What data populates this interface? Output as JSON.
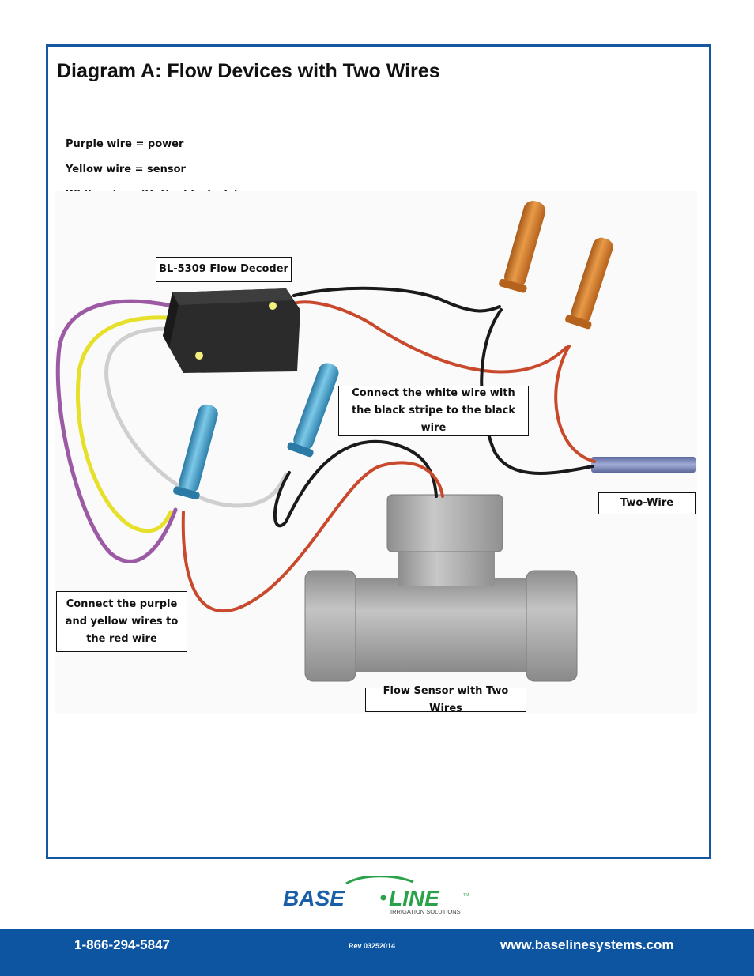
{
  "title": "Diagram A: Flow Devices with Two Wires",
  "legend": [
    "Purple wire = power",
    "Yellow wire = sensor",
    "White wire with the black stripe = common"
  ],
  "labels": {
    "decoder": "BL-5309 Flow Decoder",
    "white_black": "Connect the white wire with the black stripe to the black wire",
    "two_wire": "Two-Wire",
    "purple_yellow": "Connect the purple and yellow wires to the red wire",
    "flow_sensor": "Flow Sensor with Two Wires"
  },
  "logo": {
    "word1": "BASE",
    "word2": "LINE",
    "tm": "TM",
    "tagline": "IRRIGATION SOLUTIONS"
  },
  "footer": {
    "phone": "1-866-294-5847",
    "rev": "Rev 03252014",
    "website": "www.baselinesystems.com"
  },
  "colors": {
    "frame": "#1557a3",
    "footer_bg": "#0d55a0",
    "purple_wire": "#9b5aa3",
    "yellow_wire": "#e6e02a",
    "white_wire": "#cfcfcf",
    "black_wire": "#1a1a1a",
    "red_wire": "#c9492c",
    "connector_orange": "#d8852c",
    "connector_blue": "#4aa6cf",
    "two_wire_cable": "#7f8bbd",
    "sensor_body": "#a9a9a9"
  }
}
